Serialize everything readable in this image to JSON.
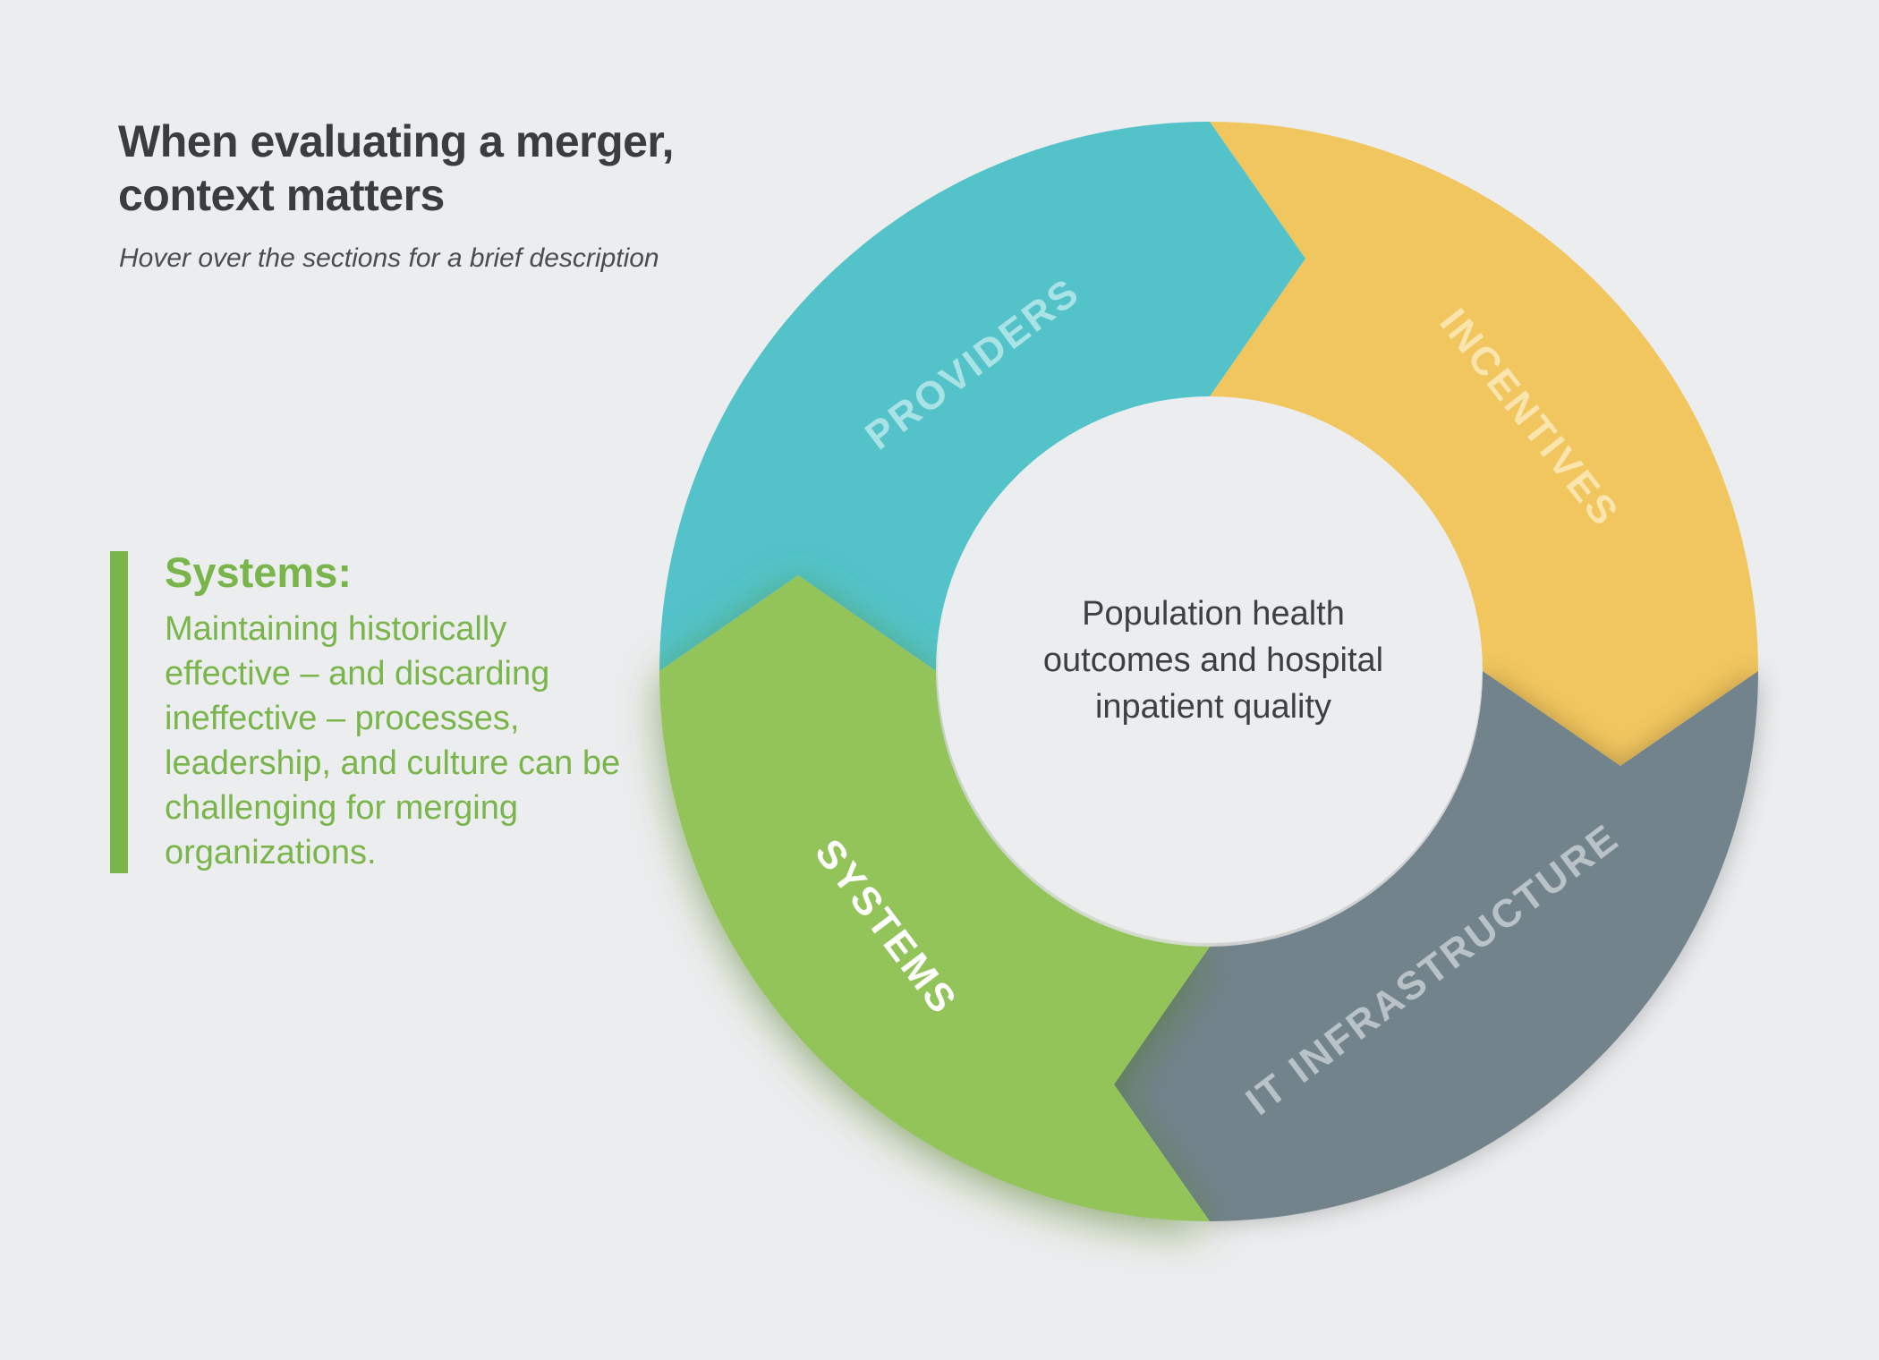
{
  "header": {
    "title": "When evaluating a merger, context matters",
    "subtitle": "Hover over the sections for a brief description"
  },
  "description": {
    "title": "Systems:",
    "body": "Maintaining historically effective – and discarding ineffective – processes, leadership, and culture can be challenging for merging organizations."
  },
  "diagram": {
    "center_text": "Population health outcomes and hospital inpatient quality",
    "segments": [
      {
        "id": "providers",
        "label": "PROVIDERS",
        "color": "#53c3c9",
        "label_color": "#a9e3e5"
      },
      {
        "id": "incentives",
        "label": "INCENTIVES",
        "color": "#f1c65e",
        "label_color": "#f9e5ad"
      },
      {
        "id": "it-infrastructure",
        "label": "IT INFRASTRUCTURE",
        "color": "#72838c",
        "label_color": "#b9c2c7"
      },
      {
        "id": "systems",
        "label": "SYSTEMS",
        "color": "#93c45a",
        "label_color": "#ffffff",
        "active": true
      }
    ]
  }
}
